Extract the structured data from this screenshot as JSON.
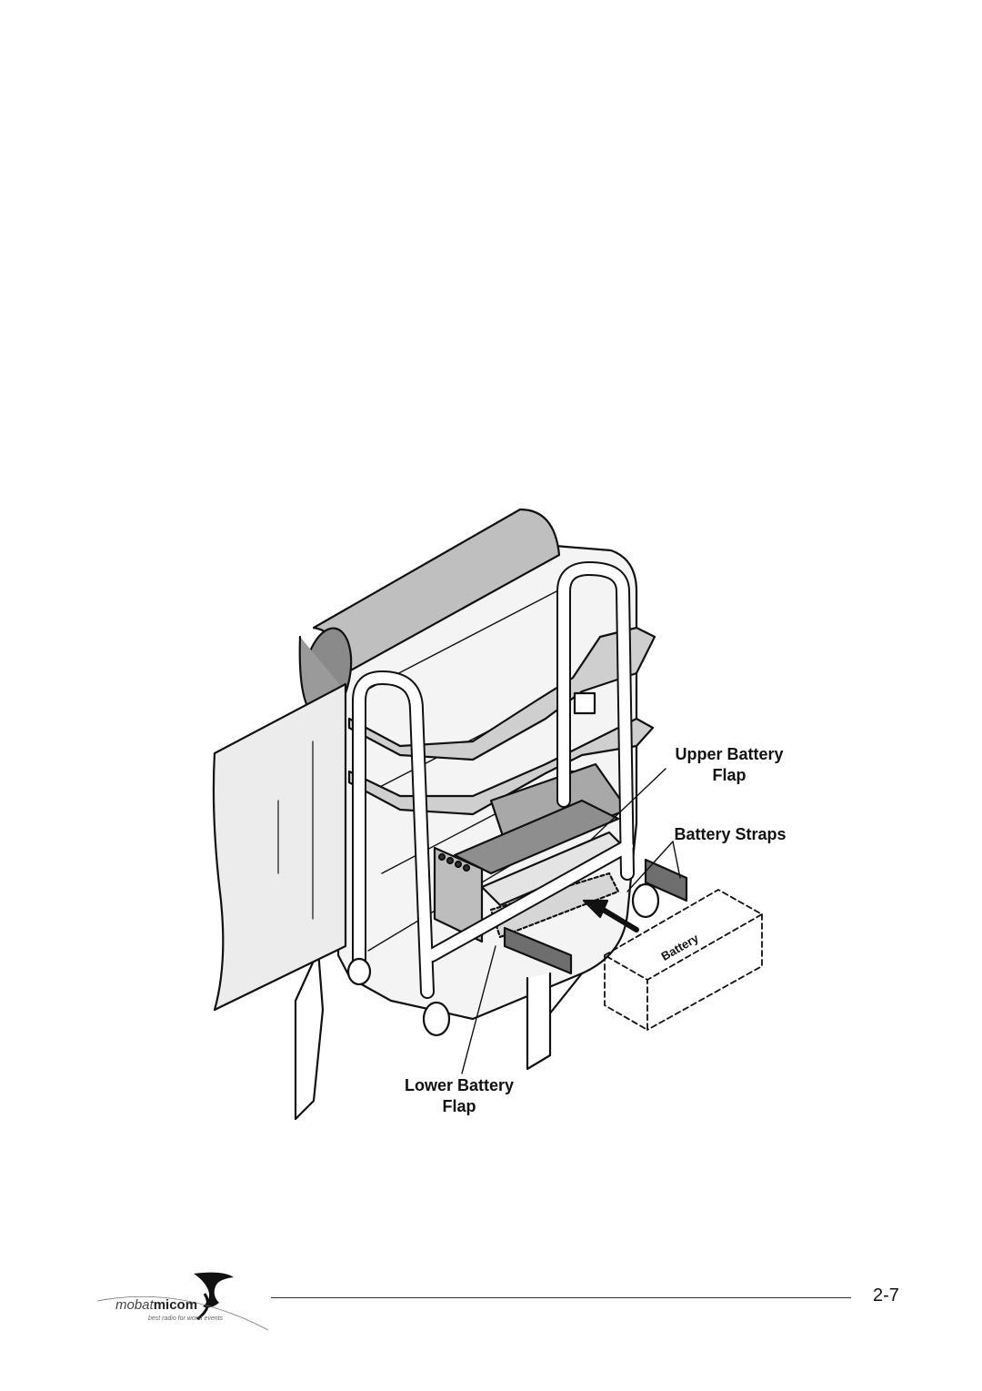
{
  "figure": {
    "labels": {
      "upper_battery_flap": [
        "Upper Battery",
        "Flap"
      ],
      "battery_straps": "Battery Straps",
      "lower_battery_flap": [
        "Lower Battery",
        "Flap"
      ]
    },
    "battery_box_label": "Battery"
  },
  "footer": {
    "page_number": "2-7",
    "logo": {
      "word_light": "mobat",
      "word_bold": "micom",
      "tagline": "best radio for worst events"
    }
  }
}
